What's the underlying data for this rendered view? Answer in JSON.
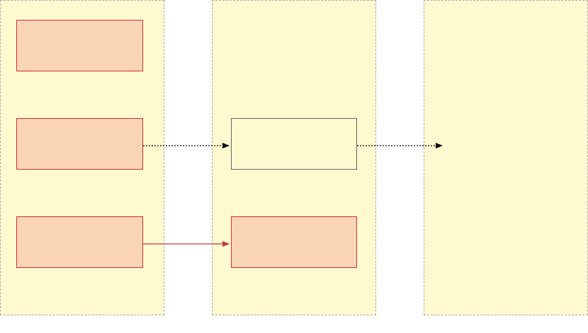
{
  "diagram": {
    "colors": {
      "lane_fill": "#fff9d0",
      "lane_border": "#aaaaaa",
      "box_fill": "#f9d5b5",
      "box_border": "#d0303a",
      "plain_box_fill": "#fff9d0",
      "plain_box_border": "#666666",
      "arrow_dotted": "#000000",
      "arrow_solid": "#c8343e"
    },
    "lanes": [
      {
        "id": "lane-1",
        "label": ""
      },
      {
        "id": "lane-2",
        "label": ""
      },
      {
        "id": "lane-3",
        "label": ""
      }
    ],
    "boxes": [
      {
        "id": "box-a1",
        "label": "",
        "style": "filled"
      },
      {
        "id": "box-a2",
        "label": "",
        "style": "filled"
      },
      {
        "id": "box-a3",
        "label": "",
        "style": "filled"
      },
      {
        "id": "box-b1",
        "label": "",
        "style": "plain"
      },
      {
        "id": "box-b2",
        "label": "",
        "style": "filled"
      }
    ],
    "connectors": [
      {
        "from": "box-a2",
        "to": "box-b1",
        "line": "dotted"
      },
      {
        "from": "box-b1",
        "to": "lane-3",
        "line": "dotted"
      },
      {
        "from": "box-a3",
        "to": "box-b2",
        "line": "solid"
      }
    ]
  }
}
